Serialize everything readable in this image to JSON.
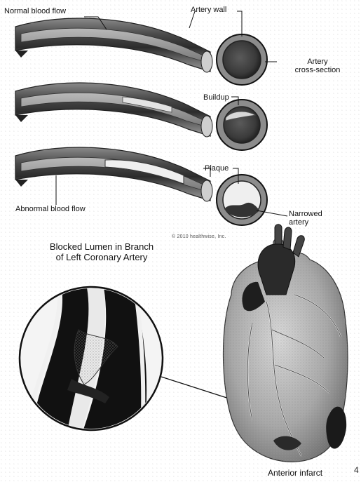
{
  "artery_panel": {
    "normal_flow": "Normal blood flow",
    "artery_wall": "Artery wall",
    "cross_section_line1": "Artery",
    "cross_section_line2": "cross-section",
    "buildup": "Buildup",
    "plaque": "Plaque",
    "abnormal_flow": "Abnormal blood flow",
    "narrowed_line1": "Narrowed",
    "narrowed_line2": "artery",
    "copyright": "© 2010 healthwise, Inc."
  },
  "heart_panel": {
    "title_line1": "Blocked Lumen in Branch",
    "title_line2": "of Left Coronary Artery",
    "infarct_label": "Anterior infarct",
    "page_number": "4"
  }
}
